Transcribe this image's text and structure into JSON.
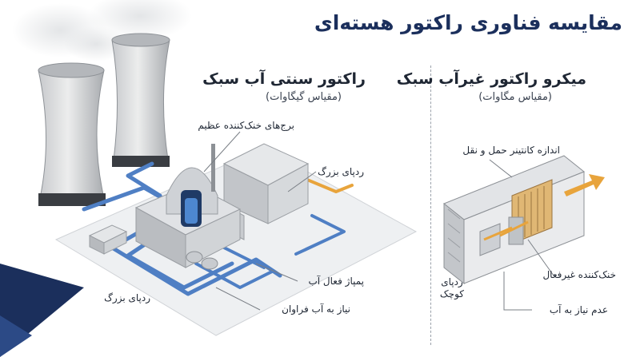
{
  "title": "مقایسه فناوری راکتور هسته‌ای",
  "traditional": {
    "title": "راکتور سنتی آب سبک",
    "subtitle": "(مقیاس گیگاوات)",
    "labels": {
      "cooling_towers": "برج‌های خنک‌کننده عظیم",
      "large_footprint_top": "ردپای بزرگ",
      "active_pumps": "پمپاژ فعال آب",
      "large_footprint_bottom": "ردپای بزرگ",
      "water_needed": "نیاز به آب فراوان"
    }
  },
  "micro": {
    "title": "میکرو راکتور غیرآب سبک",
    "subtitle": "(مقیاس مگاوات)",
    "labels": {
      "container_size": "اندازه کانتینر حمل و نقل",
      "passive_cooling": "خنک‌کننده غیرفعال",
      "small_footprint": "ردپای\nکوچک",
      "no_water": "عدم نیاز به آب"
    }
  },
  "colors": {
    "title": "#1b2f5c",
    "pipe_blue": "#4f7fc4",
    "pipe_orange": "#e8a43c",
    "accent_navy": "#1b2f5c"
  }
}
